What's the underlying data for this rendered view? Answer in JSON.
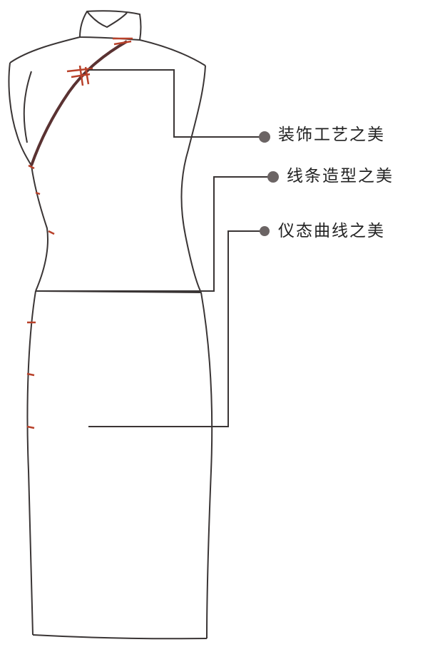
{
  "diagram": {
    "colors": {
      "outline": "#3a3535",
      "placket": "#5a3232",
      "frog_buttons": "#b8412a",
      "bullet": "#6b6464",
      "text": "#222222"
    },
    "callouts": [
      {
        "label": "装饰工艺之美"
      },
      {
        "label": "线条造型之美"
      },
      {
        "label": "仪态曲线之美"
      }
    ]
  }
}
